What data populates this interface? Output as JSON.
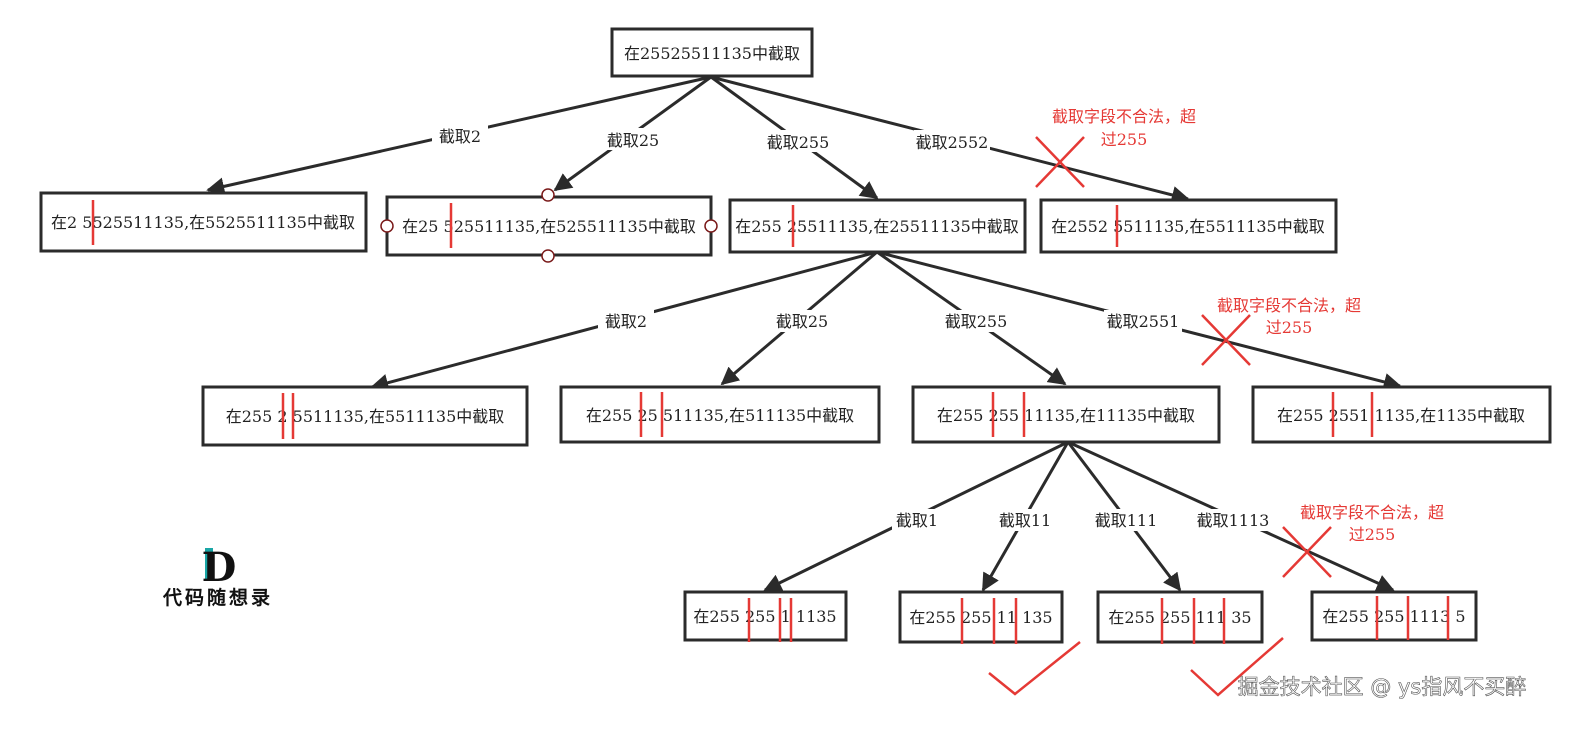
{
  "root": {
    "label": "在25525511135中截取"
  },
  "nodes": {
    "l1_a": "在2 5525511135,在5525511135中截取",
    "l1_b": "在25 525511135,在525511135中截取",
    "l1_c": "在255 25511135,在25511135中截取",
    "l1_d": "在2552 5511135,在5511135中截取",
    "l2_a": "在255 2 5511135,在5511135中截取",
    "l2_b": "在255 25 511135,在511135中截取",
    "l2_c": "在255 255 11135,在11135中截取",
    "l2_d": "在255 2551 1135,在1135中截取",
    "l3_a": "在255 255 1 1135",
    "l3_b": "在255 255 11 135",
    "l3_c": "在255 255 111 35",
    "l3_d": "在255 255 1113 5"
  },
  "edges": {
    "e1": "截取2",
    "e2": "截取25",
    "e3": "截取255",
    "e4": "截取2552",
    "e5": "截取2",
    "e6": "截取25",
    "e7": "截取255",
    "e8": "截取2551",
    "e9": "截取1",
    "e10": "截取11",
    "e11": "截取111",
    "e12": "截取1113"
  },
  "annotations": {
    "invalid_1_line1": "截取字段不合法，超",
    "invalid_1_line2": "过255",
    "invalid_2_line1": "截取字段不合法，超",
    "invalid_2_line2": "过255",
    "invalid_3_line1": "截取字段不合法，超",
    "invalid_3_line2": "过255"
  },
  "logo": {
    "letter": "D",
    "name": "代码随想录"
  },
  "watermark": "掘金技术社区 @ ys指风不买醉",
  "colors": {
    "line": "#2b2b2b",
    "accent_red": "#e53935",
    "logo_teal": "#1aa6a6"
  }
}
